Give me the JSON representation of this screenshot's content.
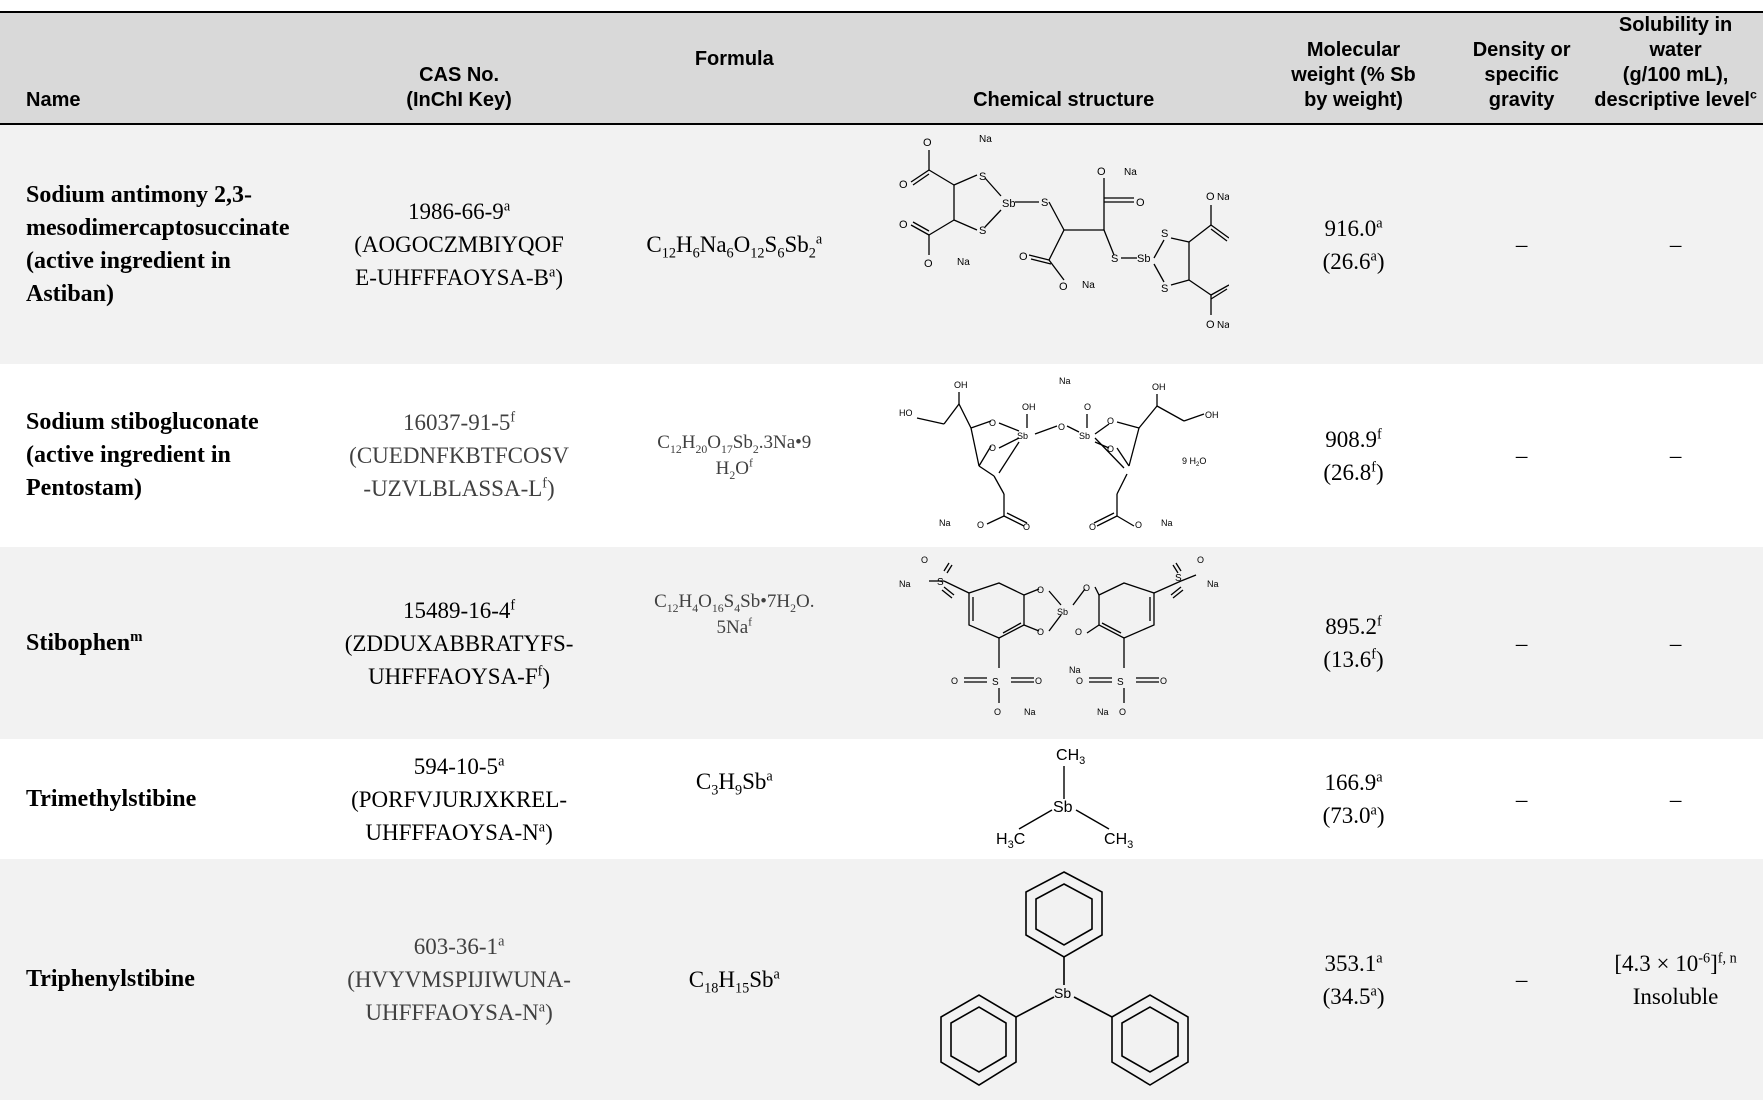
{
  "header": {
    "name": "Name",
    "cas_line1": "CAS No.",
    "cas_line2": "(InChI Key)",
    "formula": "Formula",
    "structure": "Chemical structure",
    "mw_line1": "Molecular",
    "mw_line2": "weight (% Sb",
    "mw_line3": "by weight)",
    "density_line1": "Density or",
    "density_line2": "specific",
    "density_line3": "gravity",
    "sol_line1": "Solubility in water",
    "sol_line2": "(g/100 mL),",
    "sol_line3": "descriptive level",
    "sol_sup": "c"
  },
  "rows": [
    {
      "name_lines": [
        "Sodium antimony 2,3-",
        "mesodimercaptosuccinate",
        "(active ingredient in",
        "Astiban)"
      ],
      "cas": "1986-66-9",
      "cas_sup": "a",
      "inchi_1": "(AOGOCZMBIYQOF",
      "inchi_2": "E-UHFFFAOYSA-B",
      "inchi_sup": "a",
      "formula": {
        "p1": "C",
        "s1": "12",
        "p2": "H",
        "s2": "6",
        "p3": "Na",
        "s3": "6",
        "p4": "O",
        "s4": "12",
        "p5": "S",
        "s5": "6",
        "p6": "Sb",
        "s6": "2",
        "sup": "a"
      },
      "mw": "916.0",
      "mw_sup": "a",
      "pct": "26.6",
      "pct_sup": "a",
      "density": "–",
      "solubility": "–"
    },
    {
      "name_lines": [
        "Sodium stibogluconate",
        "(active ingredient in",
        "Pentostam)"
      ],
      "cas": "16037-91-5",
      "cas_sup": "f",
      "inchi_1": "(CUEDNFKBTFCOSV",
      "inchi_2": "-UZVLBLASSA-L",
      "inchi_sup": "f",
      "formula": {
        "p1": "C",
        "s1": "12",
        "p2": "H",
        "s2": "20",
        "p3": "O",
        "s3": "17",
        "p4": "Sb",
        "s4": "2",
        "p5": ".3Na•9",
        "p6": "H",
        "s6": "2",
        "p7": "O",
        "sup": "f"
      },
      "mw": "908.9",
      "mw_sup": "f",
      "pct": "26.8",
      "pct_sup": "f",
      "density": "–",
      "solubility": "–"
    },
    {
      "name": "Stibophen",
      "name_sup": "m",
      "cas": "15489-16-4",
      "cas_sup": "f",
      "inchi_1": "(ZDDUXABBRATYFS-",
      "inchi_2": "UHFFFAOYSA-F",
      "inchi_sup": "f",
      "formula": {
        "p1": "C",
        "s1": "12",
        "p2": "H",
        "s2": "4",
        "p3": "O",
        "s3": "16",
        "p4": "S",
        "s4": "4",
        "p5": "Sb•7H",
        "s5": "2",
        "p6": "O.",
        "p7": "5Na",
        "sup": "f"
      },
      "mw": "895.2",
      "mw_sup": "f",
      "pct": "13.6",
      "pct_sup": "f",
      "density": "–",
      "solubility": "–"
    },
    {
      "name": "Trimethylstibine",
      "cas": "594‑10‑5",
      "cas_sup": "a",
      "inchi_1": "(PORFVJURJXKREL‑",
      "inchi_2": "UHFFFAOYSA‑N",
      "inchi_sup": "a",
      "formula": {
        "p1": "C",
        "s1": "3",
        "p2": "H",
        "s2": "9",
        "p3": "Sb",
        "sup": "a"
      },
      "mw": "166.9",
      "mw_sup": "a",
      "pct": "73.0",
      "pct_sup": "a",
      "density": "–",
      "solubility": "–"
    },
    {
      "name": "Triphenylstibine",
      "cas": "603‑36‑1",
      "cas_sup": "a",
      "inchi_1": "(HVYVMSPIJIWUNA-",
      "inchi_2": "UHFFFAOYSA-N",
      "inchi_sup": "a",
      "formula": {
        "p1": "C",
        "s1": "18",
        "p2": "H",
        "s2": "15",
        "p3": "Sb",
        "sup": "a"
      },
      "mw": "353.1",
      "mw_sup": "a",
      "pct": "34.5",
      "pct_sup": "a",
      "density": "–",
      "sol_value": "[4.3 × 10",
      "sol_exp": "-6",
      "sol_close": "]",
      "sol_sup": "f, n",
      "sol_text": "Insoluble"
    }
  ],
  "structure_labels": {
    "sb": "Sb",
    "s": "S",
    "na": "Na",
    "o": "O",
    "oh": "OH",
    "ho": "HO",
    "plus": "+",
    "minus": "-",
    "ch3": "CH",
    "h3c": "H",
    "c": "C",
    "three": "3",
    "water": "9 H",
    "water_o": "O",
    "two": "2"
  }
}
